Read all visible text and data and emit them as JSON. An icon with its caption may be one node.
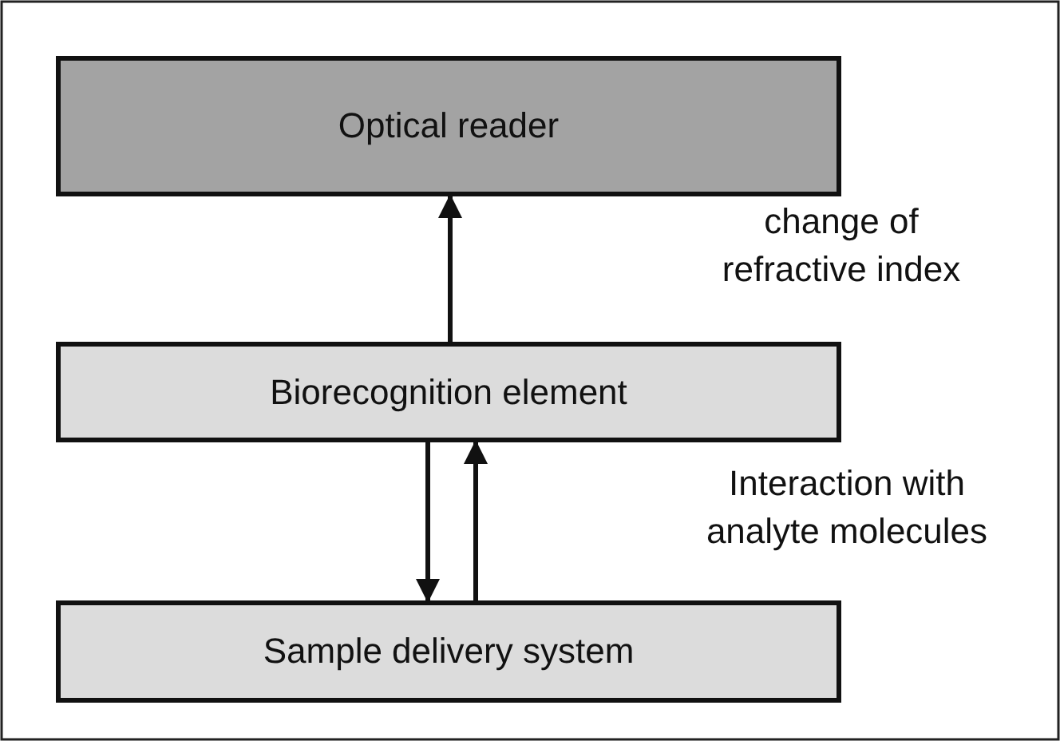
{
  "diagram": {
    "nodes": [
      {
        "text": [
          "Optical reader"
        ]
      },
      {
        "text": [
          "Biorecognition element"
        ]
      },
      {
        "text": [
          "Sample delivery system"
        ]
      }
    ],
    "edges": [
      {
        "from": 1,
        "to": 0,
        "arrow": "to"
      },
      {
        "from": 1,
        "to": 2,
        "arrow": "to"
      },
      {
        "from": 2,
        "to": 1,
        "arrow": "to"
      }
    ],
    "labels": [
      "change of refractive index",
      "Interaction with analyte molecules"
    ]
  }
}
